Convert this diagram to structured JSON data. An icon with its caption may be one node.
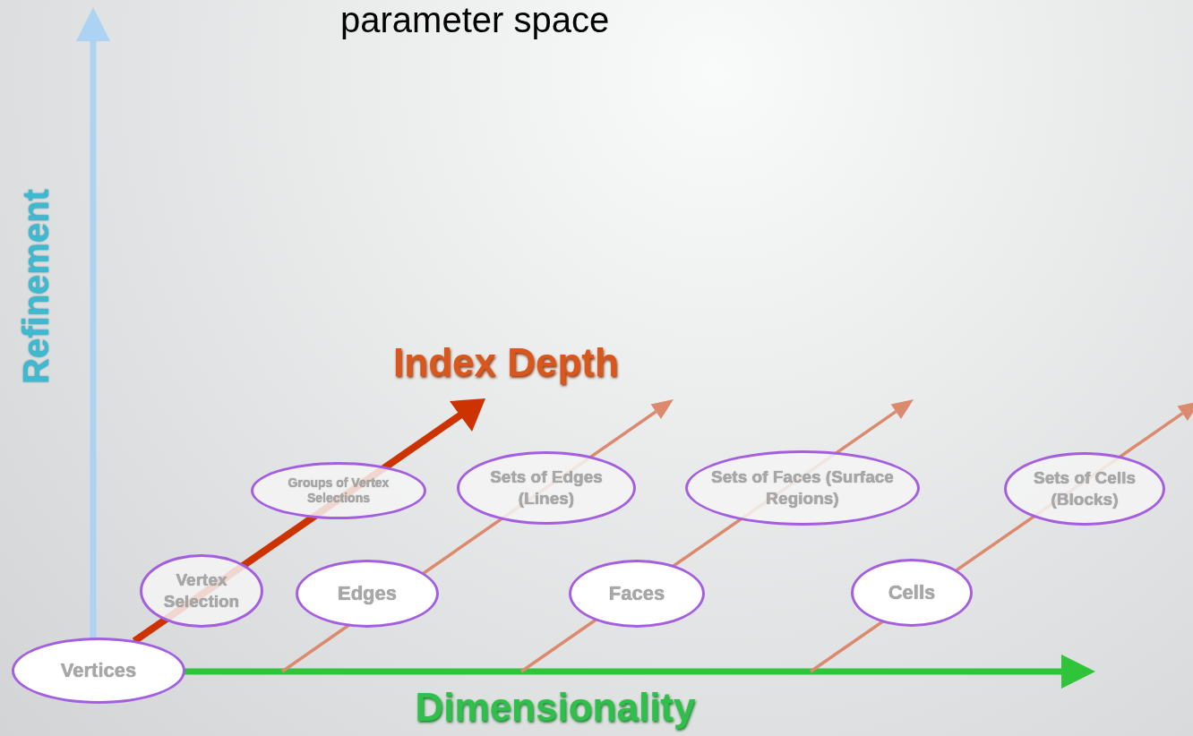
{
  "diagram": {
    "title": "parameter space",
    "nodes": [
      {
        "text": [
          "Vertices"
        ]
      },
      {
        "text": [
          "Vertex Selection"
        ]
      },
      {
        "text": [
          "Groups of Vertex Selections"
        ]
      },
      {
        "text": [
          "Edges"
        ]
      },
      {
        "text": [
          "Sets of Edges (Lines)"
        ]
      },
      {
        "text": [
          "Faces"
        ]
      },
      {
        "text": [
          "Sets of Faces (Surface Regions)"
        ]
      },
      {
        "text": [
          "Cells"
        ]
      },
      {
        "text": [
          "Sets of Cells (Blocks)"
        ]
      }
    ],
    "edges": [],
    "labels": [
      "Refinement",
      "Index Depth",
      "Dimensionality"
    ]
  }
}
